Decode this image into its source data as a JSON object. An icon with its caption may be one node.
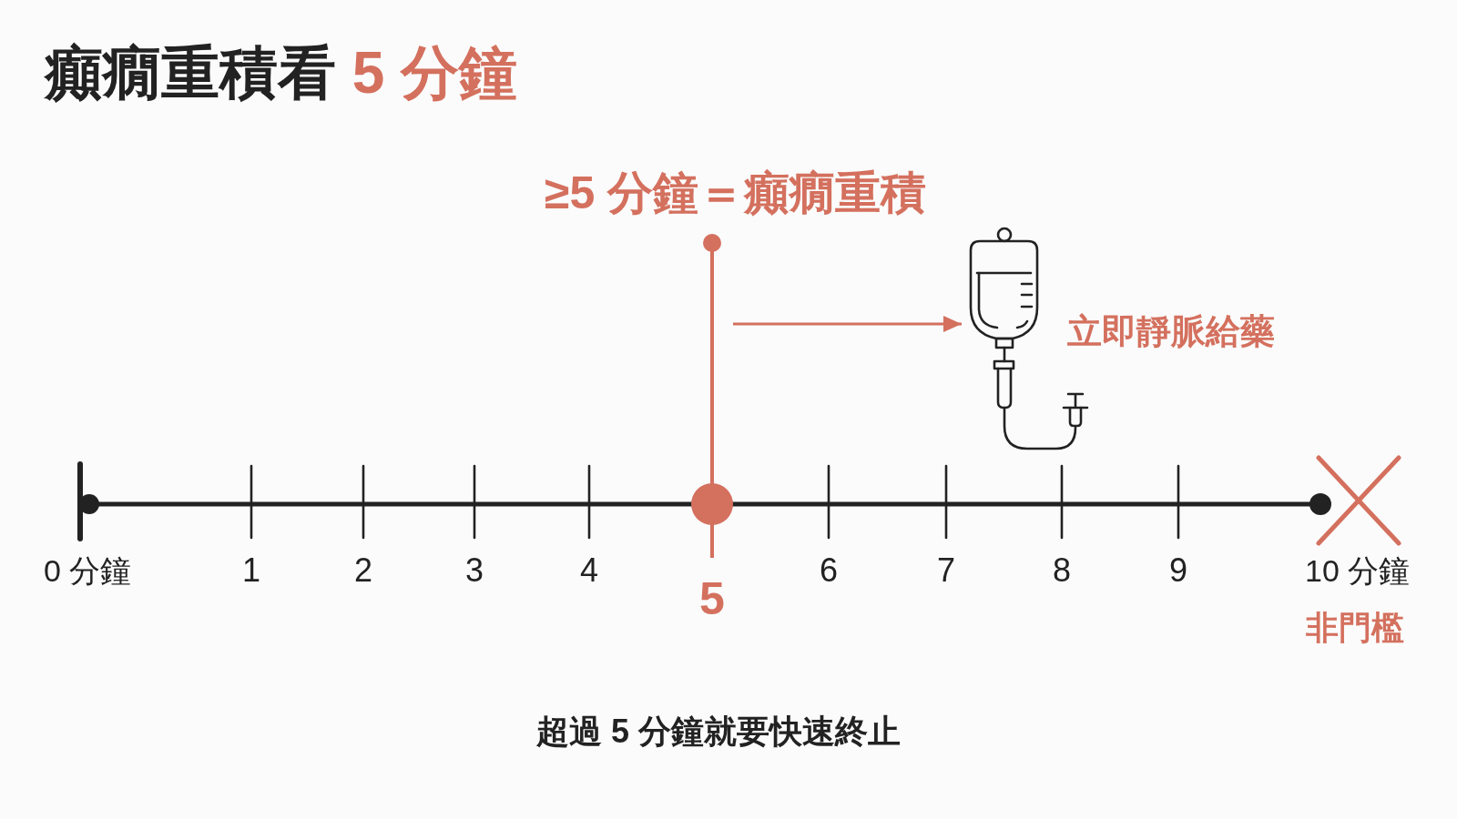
{
  "diagram": {
    "title": "癲癇重積看 **5 分鐘**",
    "caption": "超過 5 分鐘就要快速終止",
    "nodes": [
      {
        "text": [],
        "shape": "line"
      },
      {
        "text": [],
        "shape": "picture",
        "beside": [
          "立即靜脈給藥"
        ]
      }
    ],
    "edges": [
      {
        "from": 0,
        "to": 1,
        "arrow": "to"
      }
    ],
    "labels": [
      "≥5 分鐘＝癲癇重積",
      "0 分鐘",
      "1",
      "2",
      "3",
      "4",
      "5",
      "6",
      "7",
      "8",
      "9",
      "10 分鐘",
      "非門檻"
    ]
  }
}
